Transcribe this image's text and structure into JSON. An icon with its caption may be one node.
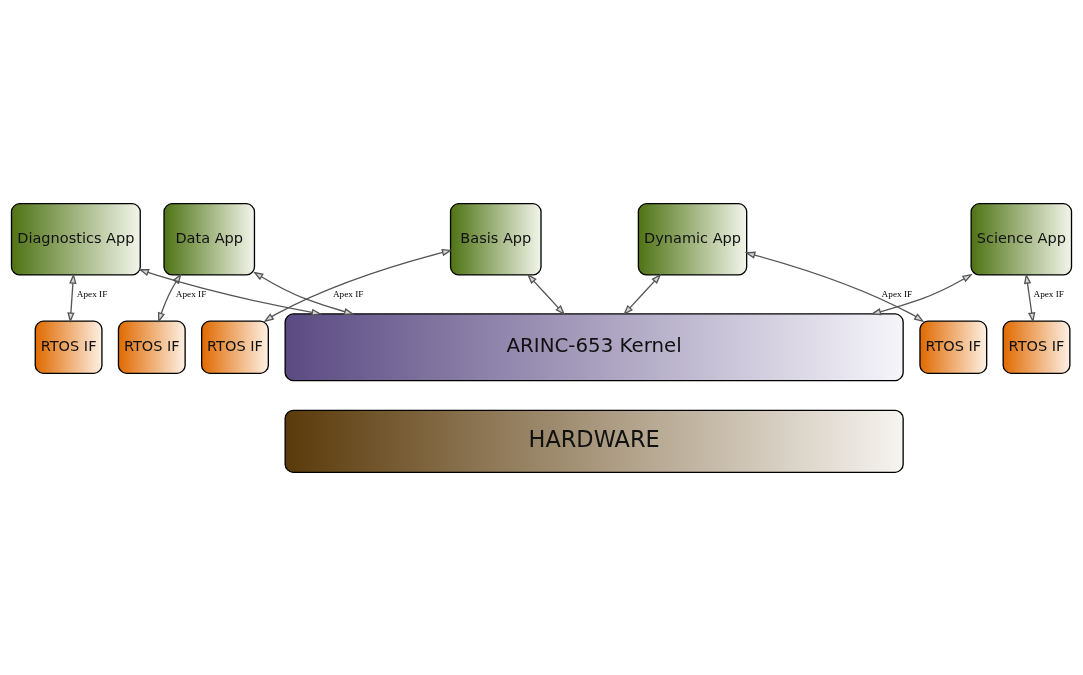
{
  "diagram": {
    "nodes": [
      {
        "text": [
          "Basis App"
        ]
      },
      {
        "text": [
          "Data App"
        ]
      },
      {
        "text": [
          "Diagnostics App"
        ]
      },
      {
        "text": [
          "Science App"
        ]
      },
      {
        "text": [
          "Dynamic App"
        ]
      },
      {
        "text": [
          "RTOS IF"
        ]
      },
      {
        "text": [
          "RTOS IF"
        ]
      },
      {
        "text": [
          "RTOS IF"
        ]
      },
      {
        "text": [
          "RTOS IF"
        ]
      },
      {
        "text": [
          "RTOS IF"
        ]
      },
      {
        "text": [
          "ARINC-653 Kernel"
        ]
      },
      {
        "text": [
          "HARDWARE"
        ]
      }
    ],
    "edges": [
      {
        "from": 0,
        "to": 10,
        "arrow": "both"
      },
      {
        "from": 0,
        "to": 5,
        "arrow": "both",
        "label": "Apex IF"
      },
      {
        "from": 1,
        "to": 10,
        "arrow": "both"
      },
      {
        "from": 1,
        "to": 6,
        "arrow": "both",
        "label": "Apex IF"
      },
      {
        "from": 2,
        "to": 10,
        "arrow": "both"
      },
      {
        "from": 2,
        "to": 7,
        "arrow": "both",
        "label": "Apex IF"
      },
      {
        "from": 3,
        "to": 10,
        "arrow": "both"
      },
      {
        "from": 3,
        "to": 8,
        "arrow": "both",
        "label": "Apex IF"
      },
      {
        "from": 4,
        "to": 10,
        "arrow": "both"
      },
      {
        "from": 4,
        "to": 9,
        "arrow": "both",
        "label": "Apex IF"
      }
    ]
  }
}
